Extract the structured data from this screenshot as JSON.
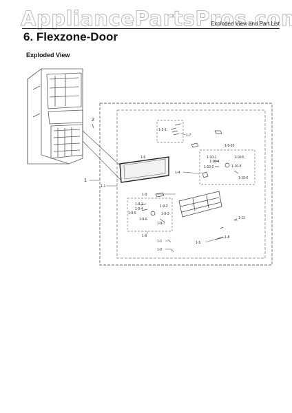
{
  "watermark": "AppliancePartsPros.com",
  "header": {
    "right_text": "Exploded View and Part List"
  },
  "section": {
    "title": "6.  Flexzone-Door",
    "subtitle": "Exploded View"
  },
  "callouts": {
    "c1": "1",
    "c2": "2",
    "c11": "1-1",
    "c1_2_1": "1-2-1",
    "c1_7": "1-7",
    "c1_5_10": "1-5-10",
    "c1_6": "1-6",
    "c1_4": "1-4",
    "c1_3": "1-3",
    "c1_9": "1-9",
    "c1_11": "1-11",
    "c1_8": "1-8",
    "c1_1": "1-1",
    "c1_2": "1-2",
    "c1_5": "1-5",
    "c1_10_1": "1-10-1",
    "c1_10_5": "1-10-5",
    "c1_10_4": "1-10-4",
    "c1_10_3": "1-10-3",
    "c1_10_2": "1-10-2",
    "c1_10_6": "1-10-6",
    "c1_9_1": "1-9-1",
    "c1_9_2": "1-9-2",
    "c1_9_3": "1-9-3",
    "c1_9_4": "1-9-4",
    "c1_9_5": "1-9-5",
    "c1_9_6": "1-9-6",
    "c1_9_7": "1-9-7"
  }
}
